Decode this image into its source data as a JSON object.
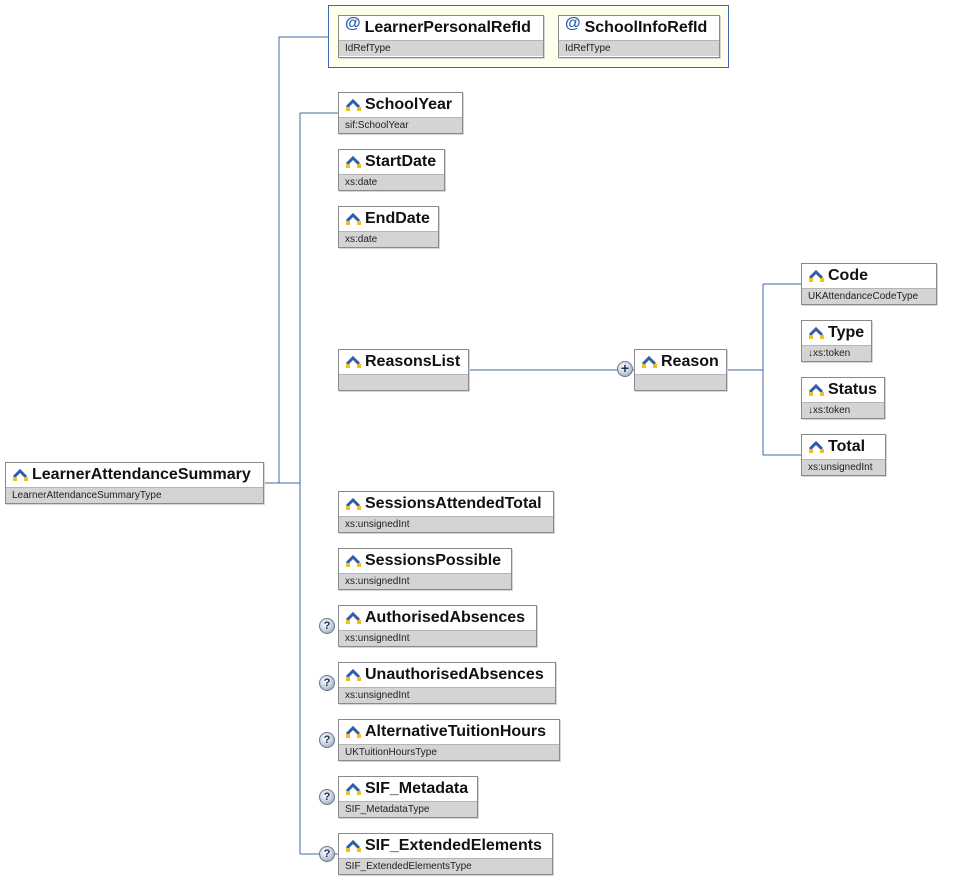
{
  "root": {
    "name": "LearnerAttendanceSummary",
    "type": "LearnerAttendanceSummaryType"
  },
  "attributes": [
    {
      "name": "LearnerPersonalRefId",
      "type": "IdRefType"
    },
    {
      "name": "SchoolInfoRefId",
      "type": "IdRefType"
    }
  ],
  "elements": {
    "school_year": {
      "name": "SchoolYear",
      "type": "sif:SchoolYear"
    },
    "start_date": {
      "name": "StartDate",
      "type": "xs:date"
    },
    "end_date": {
      "name": "EndDate",
      "type": "xs:date"
    },
    "reasons_list": {
      "name": "ReasonsList",
      "type": ""
    },
    "sessions_attended_total": {
      "name": "SessionsAttendedTotal",
      "type": "xs:unsignedInt"
    },
    "sessions_possible": {
      "name": "SessionsPossible",
      "type": "xs:unsignedInt"
    },
    "authorised_absences": {
      "name": "AuthorisedAbsences",
      "type": "xs:unsignedInt"
    },
    "unauthorised_absences": {
      "name": "UnauthorisedAbsences",
      "type": "xs:unsignedInt"
    },
    "alternative_tuition_hours": {
      "name": "AlternativeTuitionHours",
      "type": "UKTuitionHoursType"
    },
    "sif_metadata": {
      "name": "SIF_Metadata",
      "type": "SIF_MetadataType"
    },
    "sif_extended_elements": {
      "name": "SIF_ExtendedElements",
      "type": "SIF_ExtendedElementsType"
    }
  },
  "reason": {
    "name": "Reason",
    "type": "",
    "children": {
      "code": {
        "name": "Code",
        "type": "UKAttendanceCodeType"
      },
      "type": {
        "name": "Type",
        "type": "↓xs:token"
      },
      "status": {
        "name": "Status",
        "type": "↓xs:token"
      },
      "total": {
        "name": "Total",
        "type": "xs:unsignedInt"
      }
    }
  },
  "icons": {
    "element": "element-icon",
    "attribute": "at-sign-icon",
    "optional": "question-mark-icon",
    "expand": "plus-icon"
  },
  "symbols": {
    "attribute": "@",
    "optional": "?",
    "expand": "+"
  },
  "colors": {
    "connector": "#3c6aa6",
    "attr_group_bg": "#ffffee",
    "type_bar": "#d4d4d4"
  }
}
